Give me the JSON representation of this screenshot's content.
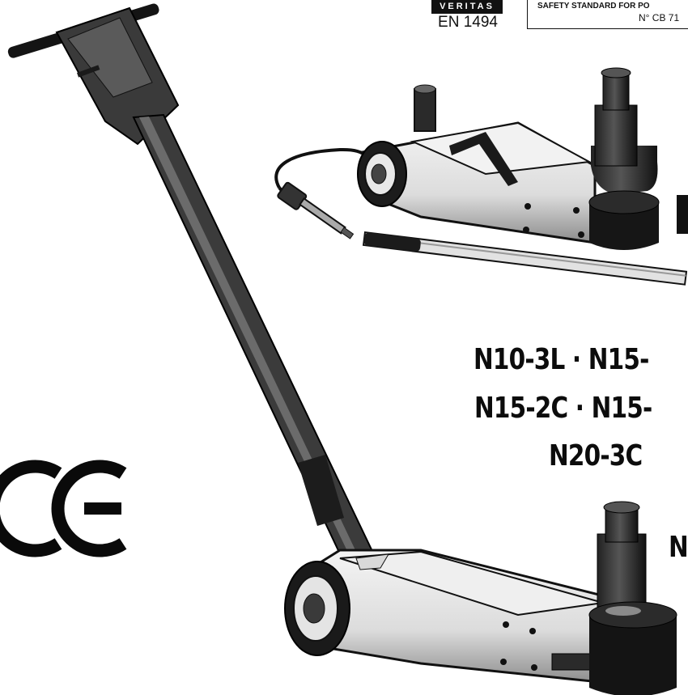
{
  "certification": {
    "veritas_label": "VERITAS",
    "standard": "EN 1494",
    "safety_line": "SAFETY STANDARD FOR PO",
    "certificate_number": "N° CB 71"
  },
  "models": {
    "line1": "N10-3L · N15-",
    "line2": "N15-2C · N15-",
    "line3": "N20-3C",
    "line4": "N"
  },
  "marks": {
    "ce_mark": "CE"
  },
  "colors": {
    "ink": "#111111",
    "body_light": "#e6e6e6",
    "body_shadow": "#9a9a9a",
    "background": "#ffffff"
  }
}
